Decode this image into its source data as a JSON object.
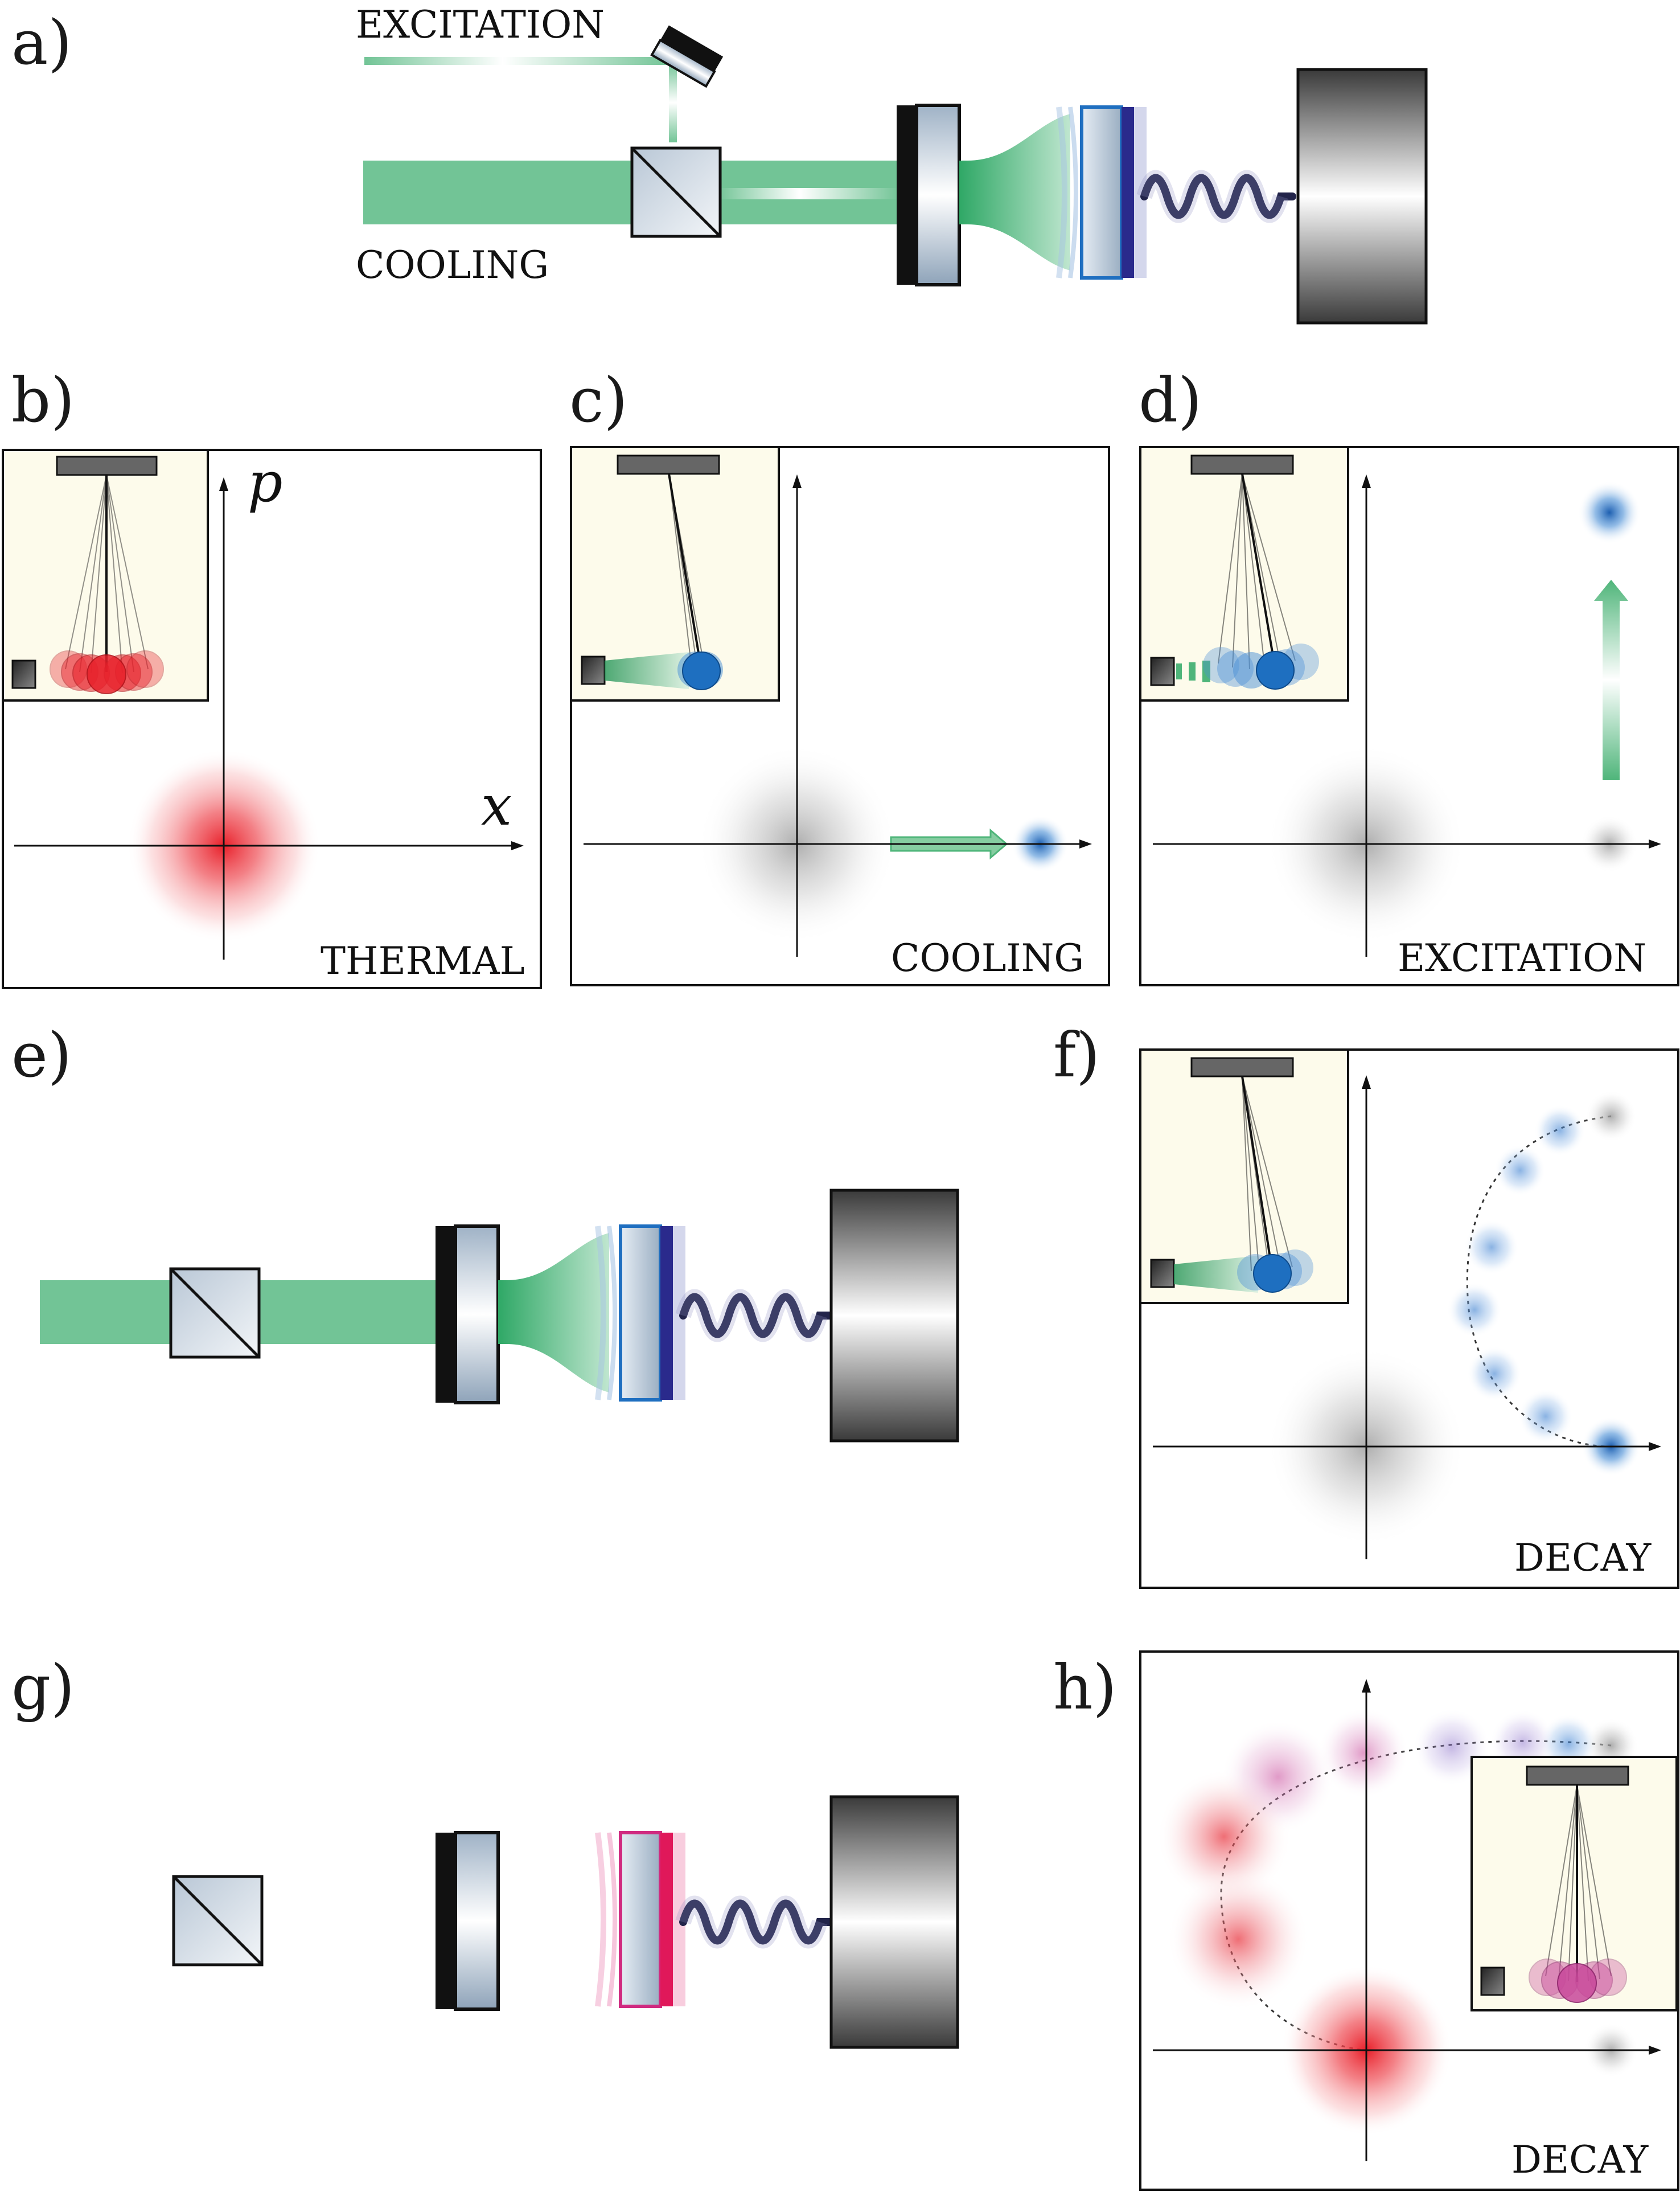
{
  "panels": {
    "a": {
      "label": "a)",
      "excitation_label": "EXCITATION",
      "cooling_label": "COOLING"
    },
    "b": {
      "label": "b)",
      "caption": "THERMAL",
      "x_axis": "x",
      "p_axis": "p"
    },
    "c": {
      "label": "c)",
      "caption": "COOLING"
    },
    "d": {
      "label": "d)",
      "caption": "EXCITATION"
    },
    "e": {
      "label": "e)"
    },
    "f": {
      "label": "f)",
      "caption": "DECAY"
    },
    "g": {
      "label": "g)"
    },
    "h": {
      "label": "h)",
      "caption": "DECAY"
    }
  },
  "colors": {
    "cooling_beam": "#72c496",
    "thermal": "#e8202a",
    "cooled": "#1e6fc0",
    "pink_state": "#c8489a",
    "inset_bg": "#fdfbeb",
    "mirror_dark": "#111111",
    "spring": "#22244a"
  },
  "icons": {
    "beam_splitter": "beam-splitter-icon",
    "mirror": "mirror-icon",
    "membrane": "membrane-icon",
    "spring": "spring-icon",
    "wall": "wall-block-icon",
    "pendulum": "pendulum-icon"
  }
}
